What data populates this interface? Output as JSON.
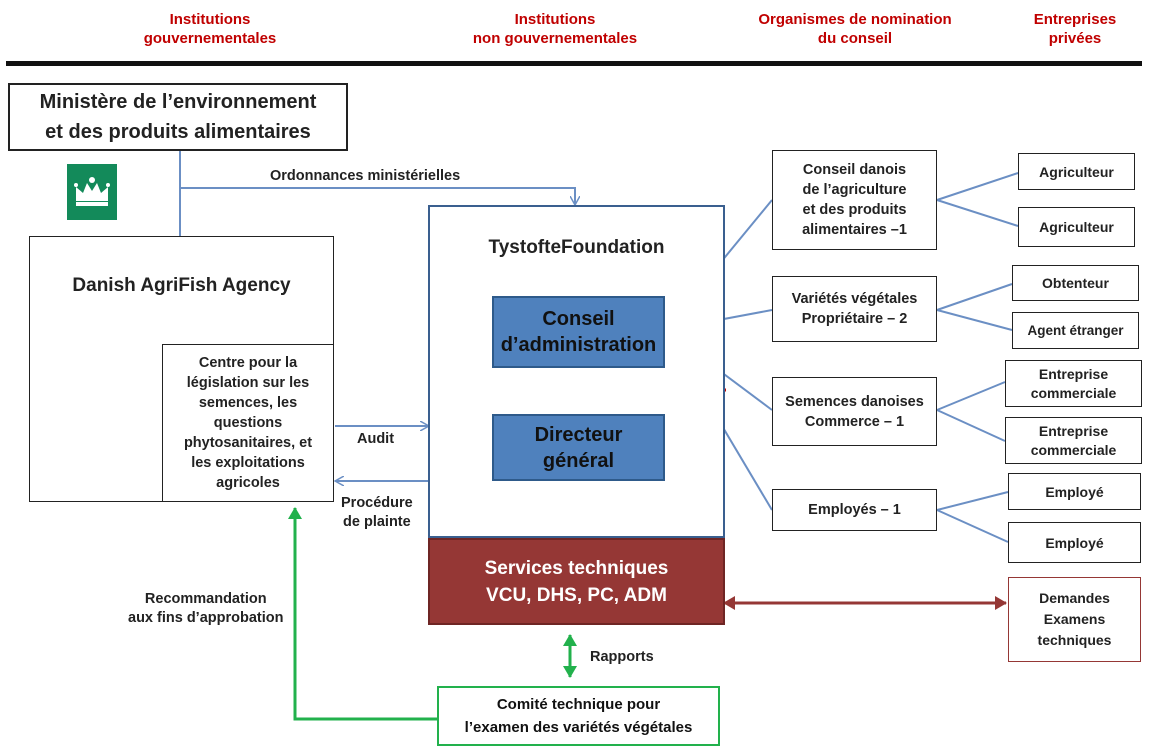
{
  "headers": {
    "gov": "Institutions\ngouvernementales",
    "nongov": "Institutions\nnon gouvernementales",
    "board": "Organismes de nomination\ndu conseil",
    "private": "Entreprises\nprivées"
  },
  "left": {
    "ministry": "Ministère de l’environnement\net des produits alimentaires",
    "agency": "Danish AgriFish Agency",
    "centre": "Centre pour la\nlégislation sur les\nsemences, les\nquestions\nphytosanitaires, et\nles exploitations\nagricoles"
  },
  "center": {
    "foundation": "TystofteFoundation",
    "board": "Conseil\nd’administration",
    "director": "Directeur\ngénéral",
    "services": "Services techniques\nVCU, DHS, PC, ADM",
    "committee": "Comité technique pour\nl’examen des variétés végétales"
  },
  "labels": {
    "ordinances": "Ordonnances ministérielles",
    "audit": "Audit",
    "complaint": "Procédure\nde plainte",
    "recommendation": "Recommandation\naux fins d’approbation",
    "reports": "Rapports"
  },
  "nominators": {
    "council": "Conseil danois\nde l’agriculture\net des produits\nalimentaires –1",
    "varieties": "Variétés végétales\nPropriétaire – 2",
    "seeds": "Semences danoises\nCommerce – 1",
    "employees": "Employés – 1"
  },
  "private": {
    "farmer1": "Agriculteur",
    "farmer2": "Agriculteur",
    "breeder": "Obtenteur",
    "foreign_agent": "Agent étranger",
    "company1": "Entreprise\ncommerciale",
    "company2": "Entreprise\ncommerciale",
    "employee1": "Employé",
    "employee2": "Employé",
    "requests": "Demandes\nExamens\ntechniques"
  },
  "colors": {
    "header_red": "#c00000",
    "blue_box": "#4f81bd",
    "services_red": "#953735",
    "line_blue": "#6b8fc4",
    "arrow_green": "#22b14c",
    "arrow_gold": "#f0b323",
    "arrow_darkred": "#953735",
    "divider_red": "#c00000"
  },
  "icons": {
    "logo": "danish-crown-icon"
  }
}
